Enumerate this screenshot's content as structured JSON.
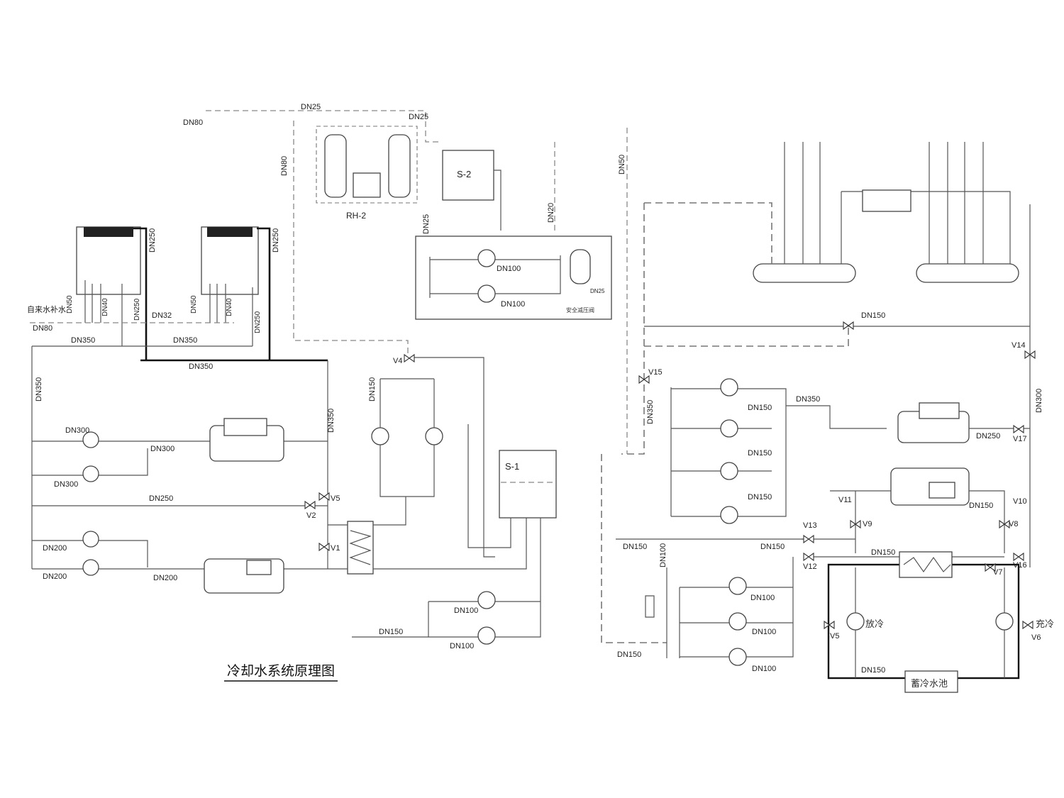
{
  "title": "冷却水系统原理图",
  "pipe_sizes": {
    "dn25": "DN25",
    "dn50": "DN50",
    "dn80": "DN80",
    "dn20": "DN20",
    "dn32": "DN32",
    "dn40": "DN40",
    "dn100": "DN100",
    "dn150": "DN150",
    "dn200": "DN200",
    "dn250": "DN250",
    "dn300": "DN300",
    "dn350": "DN350"
  },
  "labels": {
    "tap_water": "自来水补水",
    "rh2": "RH-2",
    "s2": "S-2",
    "s1": "S-1",
    "storage_tank": "蓄冷水池",
    "safety_valve": "安全减压阀",
    "discharge": "放冷",
    "charge": "充冷"
  },
  "valves": {
    "v1": "V1",
    "v2": "V2",
    "v4": "V4",
    "v5": "V5",
    "v6": "V6",
    "v7": "V7",
    "v8": "V8",
    "v9": "V9",
    "v10": "V10",
    "v11": "V11",
    "v12": "V12",
    "v13": "V13",
    "v14": "V14",
    "v15": "V15",
    "v16": "V16",
    "v17": "V17"
  }
}
